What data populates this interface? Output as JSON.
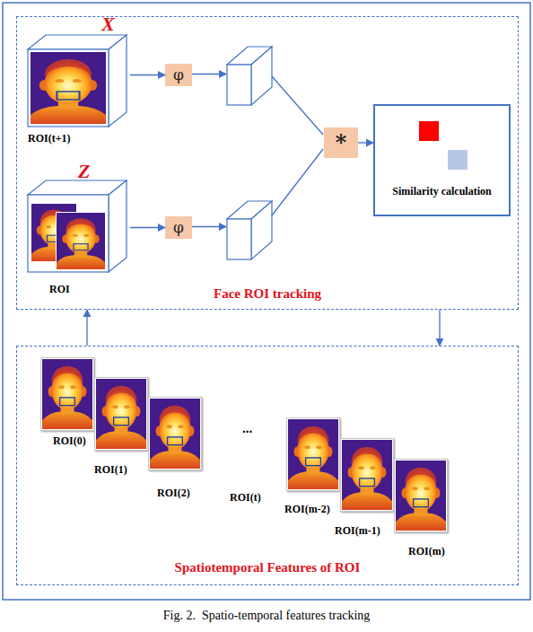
{
  "diagram": {
    "caption": "Fig. 2.  Spatio-temporal features tracking",
    "nodes": [
      {
        "text": [
          "Face ROI tracking"
        ]
      },
      {
        "text": [
          "X",
          "ROI(t+1)"
        ],
        "in": 0
      },
      {
        "text": [
          "φ"
        ],
        "in": 0
      },
      {
        "text": [
          "*"
        ],
        "in": 0
      },
      {
        "text": [
          "Similarity calculation"
        ],
        "in": 0
      },
      {
        "text": [
          "Z",
          "ROI"
        ],
        "in": 0
      },
      {
        "text": [
          "φ"
        ],
        "in": 0
      },
      {
        "text": [
          "Spatiotemporal Features of ROI"
        ]
      },
      {
        "text": [
          "ROI(0)"
        ],
        "in": 7
      },
      {
        "text": [
          "ROI(1)"
        ],
        "in": 7
      },
      {
        "text": [
          "ROI(2)"
        ],
        "in": 7
      },
      {
        "text": [
          "ROI(m-2)"
        ],
        "in": 7
      },
      {
        "text": [
          "ROI(m-1)"
        ],
        "in": 7
      },
      {
        "text": [
          "ROI(m)"
        ],
        "in": 7
      }
    ],
    "edges": [
      {
        "from": 1,
        "to": 2,
        "arrow": "to"
      },
      {
        "from": 5,
        "to": 6,
        "arrow": "to"
      },
      {
        "from": 3,
        "to": 4,
        "arrow": "to"
      },
      {
        "from": 7,
        "to": 0,
        "arrow": "to"
      },
      {
        "from": 0,
        "to": 7,
        "arrow": "to"
      }
    ],
    "labels": [
      "...",
      "ROI(t)"
    ]
  }
}
